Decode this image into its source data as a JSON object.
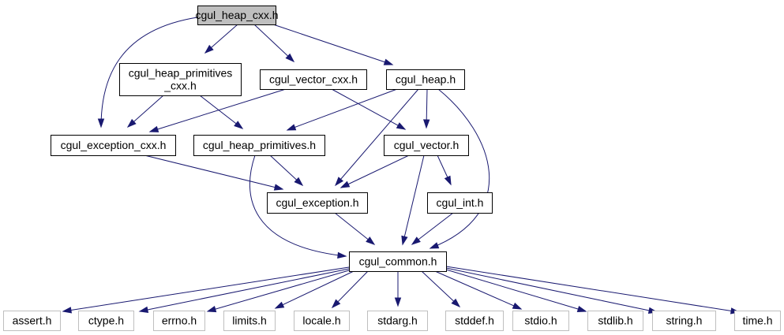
{
  "colors": {
    "edge": "#191970",
    "highlight_fill": "#bfbfbf",
    "node_stroke": "#000000",
    "system_stroke": "#bfbfbf",
    "background": "#ffffff"
  },
  "nodes": [
    {
      "id": "heap_cxx",
      "label": "cgul_heap_cxx.h",
      "style": "highlight"
    },
    {
      "id": "heap_prim_cxx",
      "label": [
        "cgul_heap_primitives",
        "_cxx.h"
      ],
      "style": "normal"
    },
    {
      "id": "vector_cxx",
      "label": "cgul_vector_cxx.h",
      "style": "normal"
    },
    {
      "id": "heap",
      "label": "cgul_heap.h",
      "style": "normal"
    },
    {
      "id": "exception_cxx",
      "label": "cgul_exception_cxx.h",
      "style": "normal"
    },
    {
      "id": "heap_prim",
      "label": "cgul_heap_primitives.h",
      "style": "normal"
    },
    {
      "id": "vector",
      "label": "cgul_vector.h",
      "style": "normal"
    },
    {
      "id": "exception",
      "label": "cgul_exception.h",
      "style": "normal"
    },
    {
      "id": "int",
      "label": "cgul_int.h",
      "style": "normal"
    },
    {
      "id": "common",
      "label": "cgul_common.h",
      "style": "normal"
    },
    {
      "id": "assert",
      "label": "assert.h",
      "style": "system"
    },
    {
      "id": "ctype",
      "label": "ctype.h",
      "style": "system"
    },
    {
      "id": "errno",
      "label": "errno.h",
      "style": "system"
    },
    {
      "id": "limits",
      "label": "limits.h",
      "style": "system"
    },
    {
      "id": "locale",
      "label": "locale.h",
      "style": "system"
    },
    {
      "id": "stdarg",
      "label": "stdarg.h",
      "style": "system"
    },
    {
      "id": "stddef",
      "label": "stddef.h",
      "style": "system"
    },
    {
      "id": "stdio",
      "label": "stdio.h",
      "style": "system"
    },
    {
      "id": "stdlib",
      "label": "stdlib.h",
      "style": "system"
    },
    {
      "id": "string",
      "label": "string.h",
      "style": "system"
    },
    {
      "id": "time",
      "label": "time.h",
      "style": "system"
    }
  ],
  "edges": [
    {
      "from": "heap_cxx",
      "to": "heap_prim_cxx"
    },
    {
      "from": "heap_cxx",
      "to": "vector_cxx"
    },
    {
      "from": "heap_cxx",
      "to": "heap"
    },
    {
      "from": "heap_cxx",
      "to": "exception_cxx"
    },
    {
      "from": "heap_prim_cxx",
      "to": "exception_cxx"
    },
    {
      "from": "heap_prim_cxx",
      "to": "heap_prim"
    },
    {
      "from": "vector_cxx",
      "to": "exception_cxx"
    },
    {
      "from": "vector_cxx",
      "to": "vector"
    },
    {
      "from": "heap",
      "to": "heap_prim"
    },
    {
      "from": "heap",
      "to": "vector"
    },
    {
      "from": "heap",
      "to": "exception"
    },
    {
      "from": "heap",
      "to": "common"
    },
    {
      "from": "exception_cxx",
      "to": "exception"
    },
    {
      "from": "heap_prim",
      "to": "exception"
    },
    {
      "from": "heap_prim",
      "to": "common"
    },
    {
      "from": "vector",
      "to": "exception"
    },
    {
      "from": "vector",
      "to": "int"
    },
    {
      "from": "vector",
      "to": "common"
    },
    {
      "from": "exception",
      "to": "common"
    },
    {
      "from": "int",
      "to": "common"
    },
    {
      "from": "common",
      "to": "assert"
    },
    {
      "from": "common",
      "to": "ctype"
    },
    {
      "from": "common",
      "to": "errno"
    },
    {
      "from": "common",
      "to": "limits"
    },
    {
      "from": "common",
      "to": "locale"
    },
    {
      "from": "common",
      "to": "stdarg"
    },
    {
      "from": "common",
      "to": "stddef"
    },
    {
      "from": "common",
      "to": "stdio"
    },
    {
      "from": "common",
      "to": "stdlib"
    },
    {
      "from": "common",
      "to": "string"
    },
    {
      "from": "common",
      "to": "time"
    }
  ]
}
